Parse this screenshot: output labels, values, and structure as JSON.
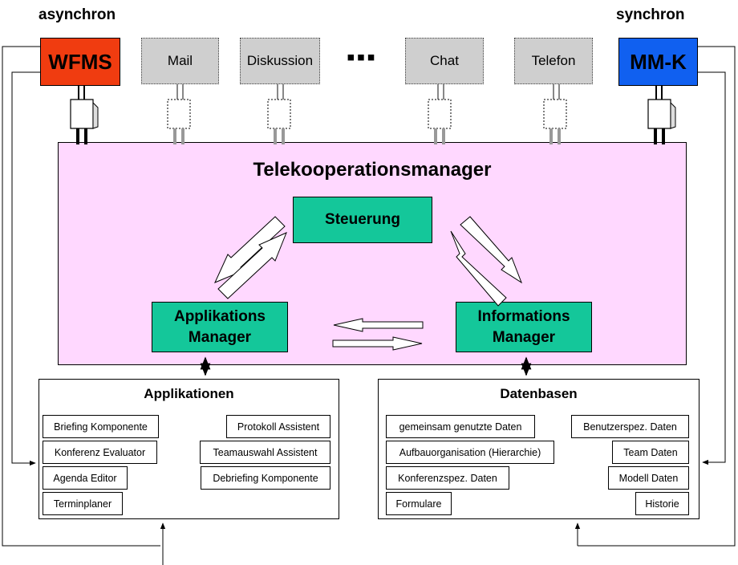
{
  "labels": {
    "asynchron": "asynchron",
    "synchron": "synchron"
  },
  "systems": {
    "wfms": "WFMS",
    "mail": "Mail",
    "diskussion": "Diskussion",
    "ellipsis": "▪▪▪",
    "chat": "Chat",
    "telefon": "Telefon",
    "mmk": "MM-K"
  },
  "telekooperationsmanager": {
    "title": "Telekooperationsmanager",
    "steuerung": "Steuerung",
    "applikations_manager": [
      "Applikations",
      "Manager"
    ],
    "informations_manager": [
      "Informations",
      "Manager"
    ]
  },
  "applikationen": {
    "title": "Applikationen",
    "left": [
      "Briefing Komponente",
      "Konferenz Evaluator",
      "Agenda Editor",
      "Terminplaner"
    ],
    "right": [
      "Protokoll Assistent",
      "Teamauswahl Assistent",
      "Debriefing Komponente"
    ]
  },
  "datenbasen": {
    "title": "Datenbasen",
    "left": [
      "gemeinsam genutzte Daten",
      "Aufbauorganisation (Hierarchie)",
      "Konferenzspez. Daten",
      "Formulare"
    ],
    "right": [
      "Benutzerspez. Daten",
      "Team Daten",
      "Modell Daten",
      "Historie"
    ]
  },
  "colors": {
    "wfms": "#f03c10",
    "mmk": "#1060f0",
    "dotted_system": "#cfcfcf",
    "manager_background": "#ffd8ff",
    "manager_boxes": "#14c79a"
  },
  "icons": [
    "plug-icon"
  ]
}
